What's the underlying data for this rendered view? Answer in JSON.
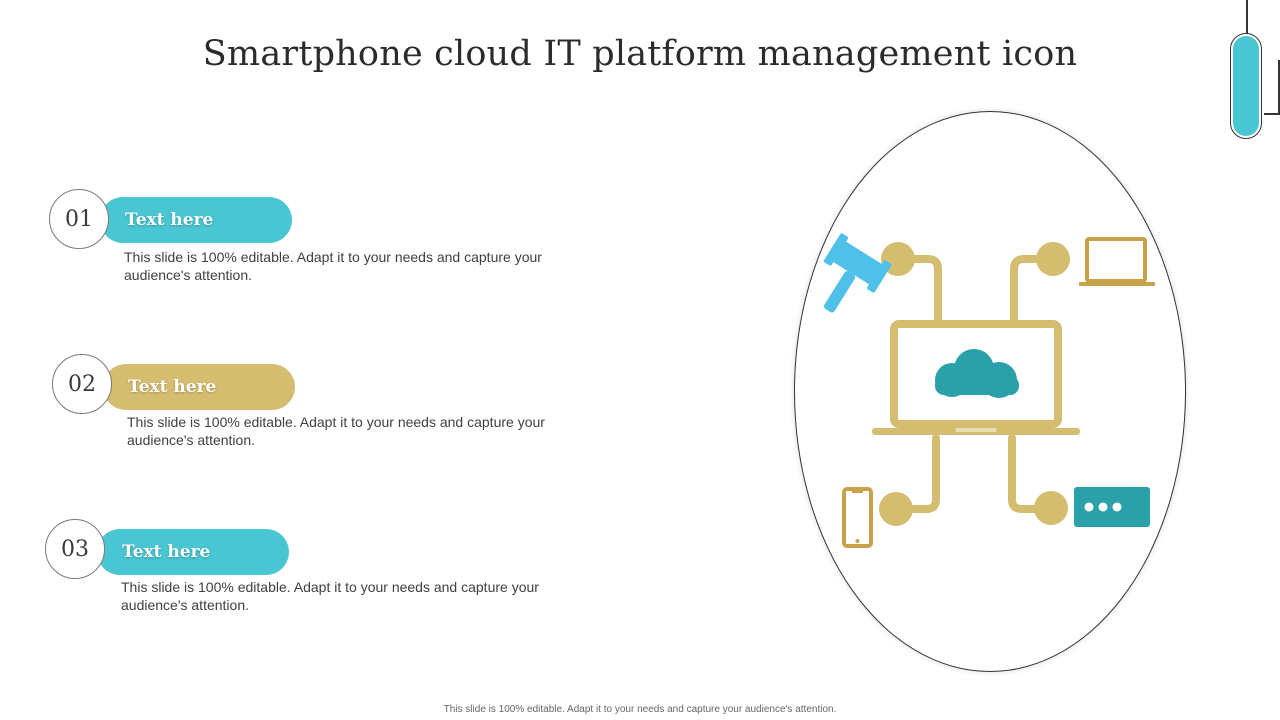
{
  "title": "Smartphone cloud IT platform management icon",
  "colors": {
    "teal": "#4ac6d2",
    "gold": "#d4bd6f",
    "dark_teal": "#2aa0a8",
    "light_blue": "#4fc0e8",
    "gold_dark": "#c7a24a"
  },
  "items": [
    {
      "number": "01",
      "label": "Text here",
      "description": "This slide is 100% editable. Adapt it to your needs and capture your audience's attention.",
      "color": "#4ac6d2"
    },
    {
      "number": "02",
      "label": "Text here",
      "description": "This slide is 100% editable. Adapt it to your needs and capture your audience's attention.",
      "color": "#d4bd6f"
    },
    {
      "number": "03",
      "label": "Text here",
      "description": "This slide is 100% editable. Adapt it to your needs and capture your audience's attention.",
      "color": "#4ac6d2"
    }
  ],
  "icons": [
    "gavel-icon",
    "laptop-icon",
    "cloud-icon",
    "smartphone-icon",
    "chat-bubble-icon"
  ],
  "footer": "This slide is 100% editable. Adapt it to your needs and capture your audience's attention."
}
